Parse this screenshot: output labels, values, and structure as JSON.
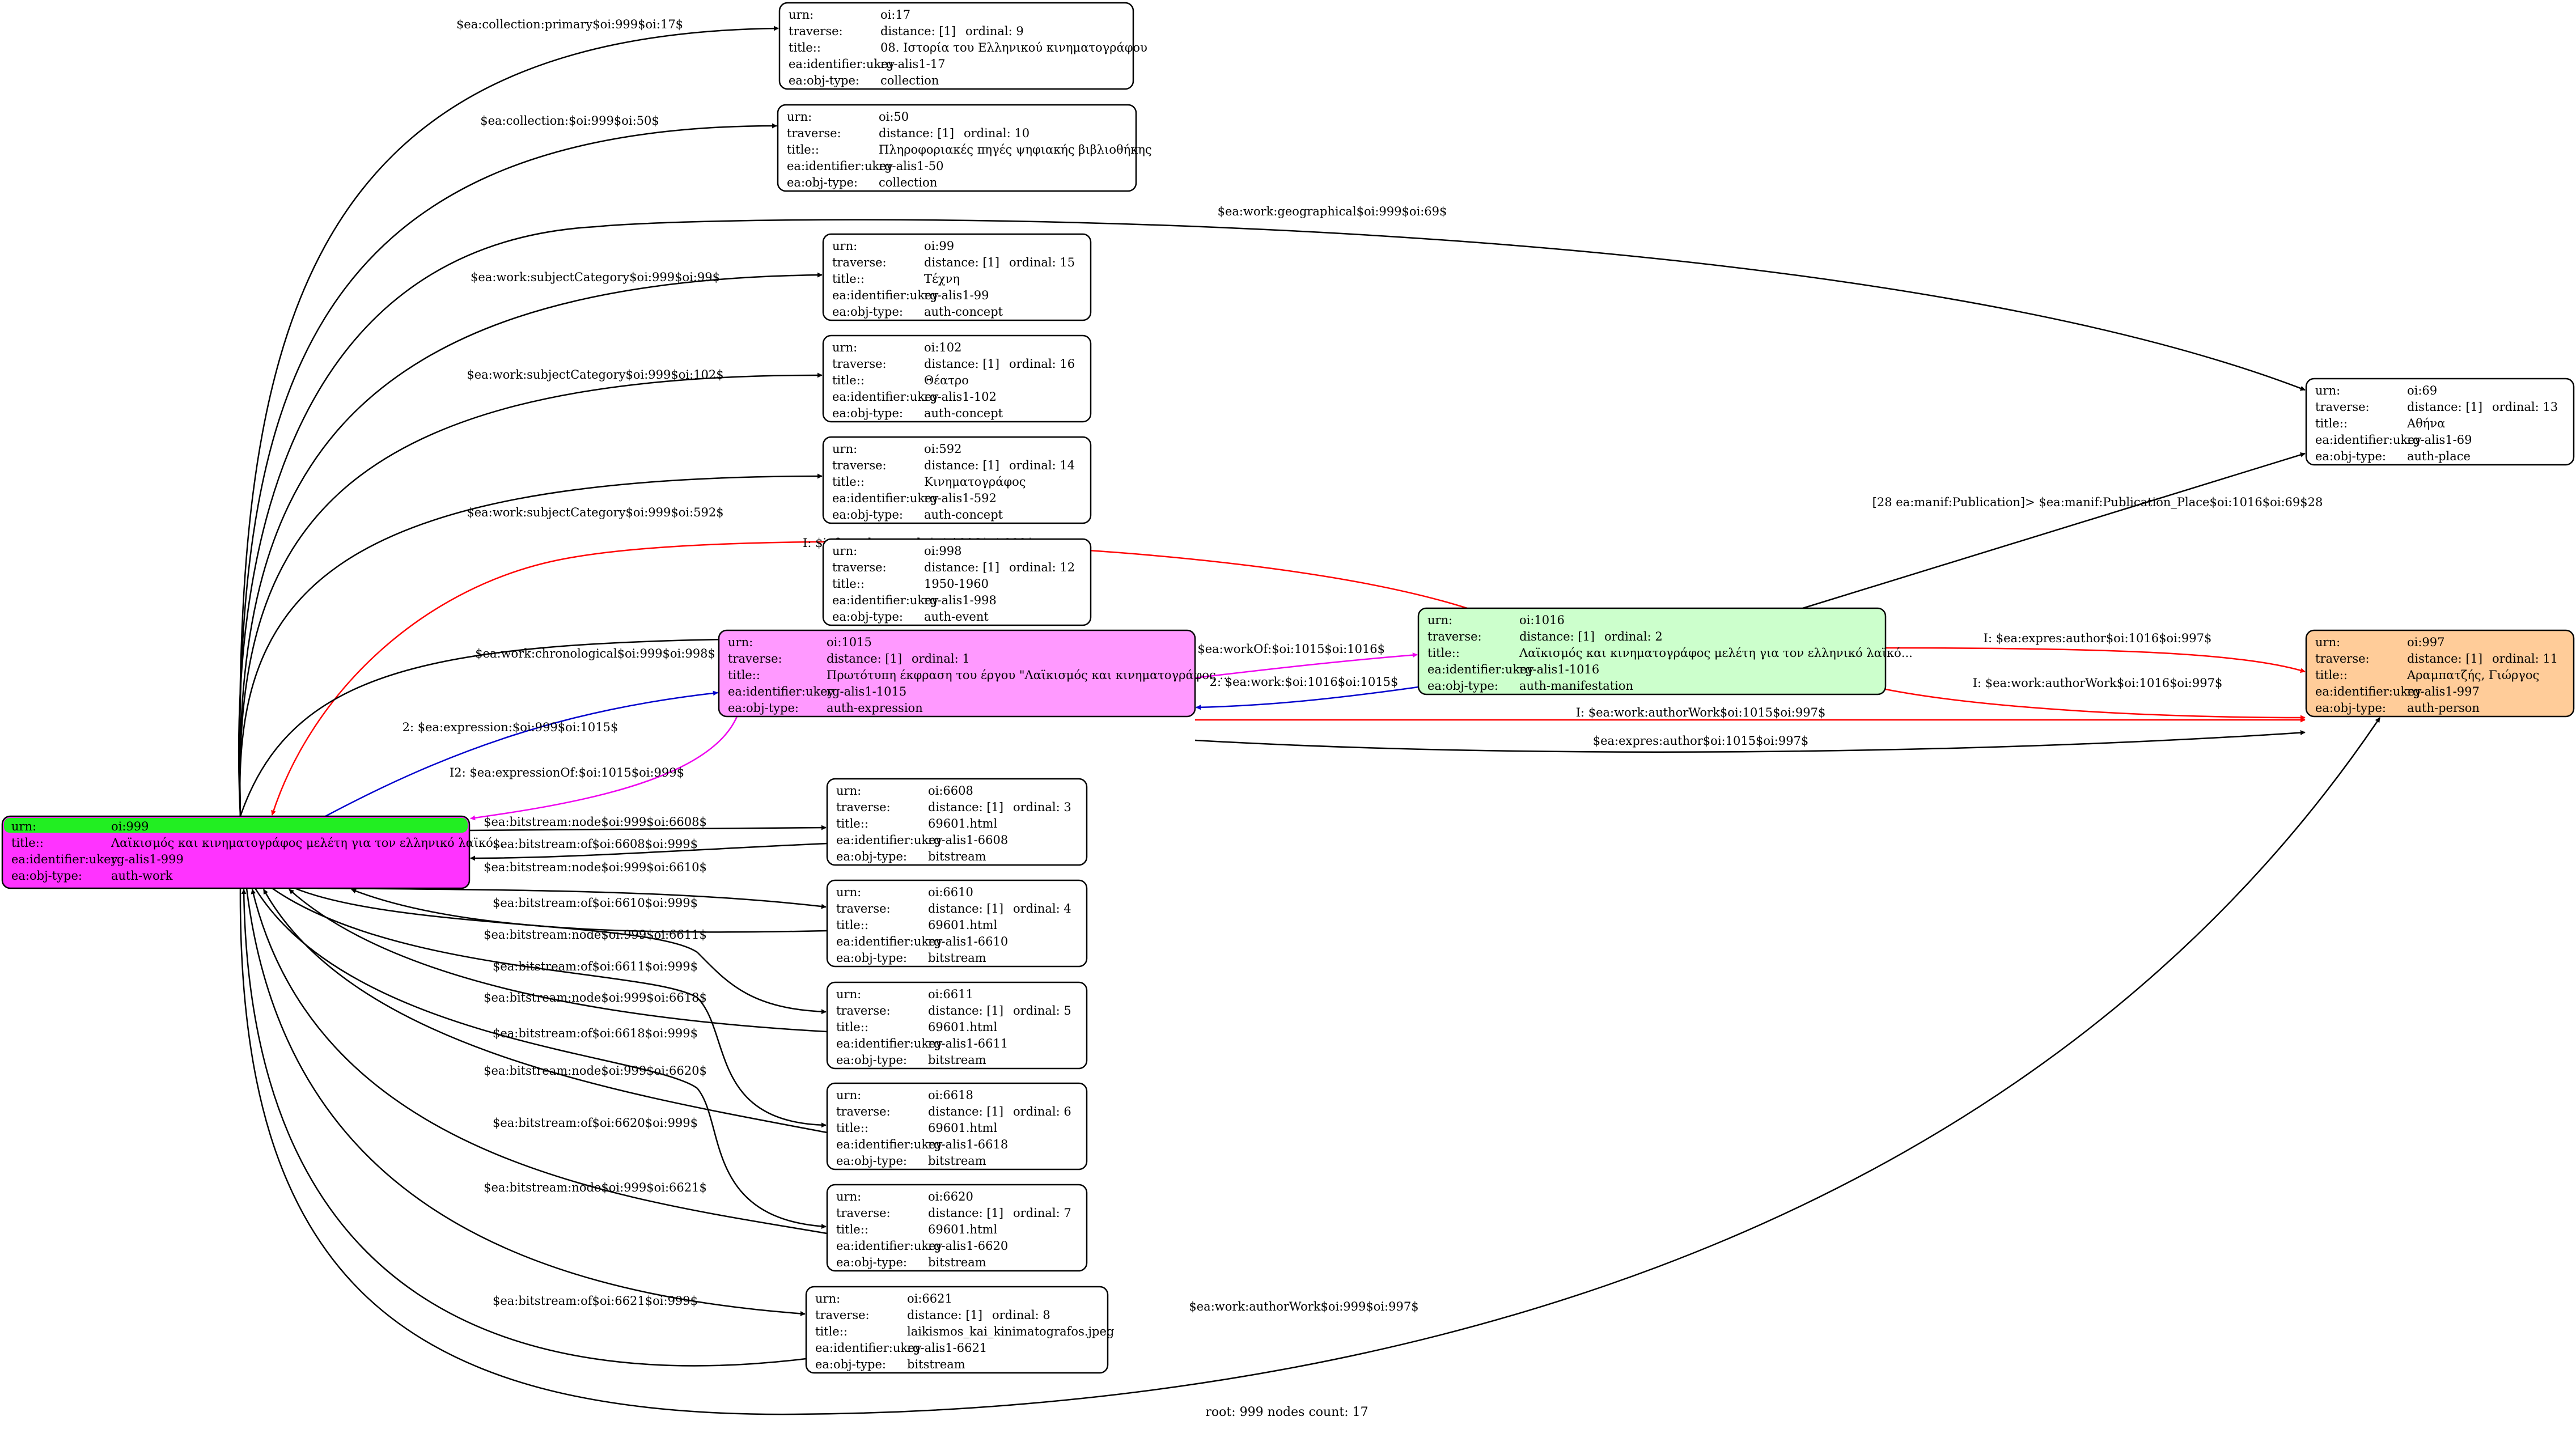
{
  "colors": {
    "root_fill": "#ff33ff",
    "root_header": "#22ee22",
    "expression_fill": "#ff99ff",
    "manifestation_fill": "#ccffcc",
    "person_fill": "#ffcc99",
    "plain_fill": "#ffffff",
    "edge_black": "#000000",
    "edge_red": "#ff0000",
    "edge_blue": "#0000cc",
    "edge_magenta": "#ee00ee"
  },
  "footer": "root: 999 nodes count: 17",
  "field_labels": [
    "urn:",
    "traverse:",
    "title::",
    "ea:identifier:ukey",
    "ea:obj-type:"
  ],
  "root_field_labels": [
    "urn:",
    "title::",
    "ea:identifier:ukey",
    "ea:obj-type:"
  ],
  "nodes": [
    {
      "id": "root",
      "kind": "root",
      "urn": "oi:999",
      "title": "Λαϊκισμός και κινηματογράφος μελέτη για τον ελληνικό λαϊκό...",
      "ukey": "rg-alis1-999",
      "type": "auth-work"
    },
    {
      "id": "n17",
      "kind": "plain",
      "urn": "oi:17",
      "traverse": "distance: [1]",
      "ordinal": "ordinal: 9",
      "title": "08. Ιστορία του Ελληνικού κινηματογράφου",
      "ukey": "rg-alis1-17",
      "type": "collection"
    },
    {
      "id": "n50",
      "kind": "plain",
      "urn": "oi:50",
      "traverse": "distance: [1]",
      "ordinal": "ordinal: 10",
      "title": "Πληροφοριακές πηγές ψηφιακής βιβλιοθήκης",
      "ukey": "rg-alis1-50",
      "type": "collection"
    },
    {
      "id": "n99",
      "kind": "plain",
      "urn": "oi:99",
      "traverse": "distance: [1]",
      "ordinal": "ordinal: 15",
      "title": "Τέχνη",
      "ukey": "rg-alis1-99",
      "type": "auth-concept"
    },
    {
      "id": "n102",
      "kind": "plain",
      "urn": "oi:102",
      "traverse": "distance: [1]",
      "ordinal": "ordinal: 16",
      "title": "Θέατρο",
      "ukey": "rg-alis1-102",
      "type": "auth-concept"
    },
    {
      "id": "n592",
      "kind": "plain",
      "urn": "oi:592",
      "traverse": "distance: [1]",
      "ordinal": "ordinal: 14",
      "title": "Κινηματογράφος",
      "ukey": "rg-alis1-592",
      "type": "auth-concept"
    },
    {
      "id": "n998",
      "kind": "plain",
      "urn": "oi:998",
      "traverse": "distance: [1]",
      "ordinal": "ordinal: 12",
      "title": "1950-1960",
      "ukey": "rg-alis1-998",
      "type": "auth-event"
    },
    {
      "id": "n1015",
      "kind": "expression",
      "urn": "oi:1015",
      "traverse": "distance: [1]",
      "ordinal": "ordinal: 1",
      "title": "Πρωτότυπη έκφραση του έργου \"Λαϊκισμός και κινηματογράφος ...",
      "ukey": "rg-alis1-1015",
      "type": "auth-expression"
    },
    {
      "id": "n1016",
      "kind": "manifestation",
      "urn": "oi:1016",
      "traverse": "distance: [1]",
      "ordinal": "ordinal: 2",
      "title": "Λαϊκισμός και κινηματογράφος μελέτη για τον ελληνικό λαϊκό...",
      "ukey": "rg-alis1-1016",
      "type": "auth-manifestation"
    },
    {
      "id": "n69",
      "kind": "plain",
      "urn": "oi:69",
      "traverse": "distance: [1]",
      "ordinal": "ordinal: 13",
      "title": "Αθήνα",
      "ukey": "rg-alis1-69",
      "type": "auth-place"
    },
    {
      "id": "n997",
      "kind": "person",
      "urn": "oi:997",
      "traverse": "distance: [1]",
      "ordinal": "ordinal: 11",
      "title": "Αραμπατζής, Γιώργος",
      "ukey": "rg-alis1-997",
      "type": "auth-person"
    },
    {
      "id": "n6608",
      "kind": "plain",
      "urn": "oi:6608",
      "traverse": "distance: [1]",
      "ordinal": "ordinal: 3",
      "title": "69601.html",
      "ukey": "rg-alis1-6608",
      "type": "bitstream"
    },
    {
      "id": "n6610",
      "kind": "plain",
      "urn": "oi:6610",
      "traverse": "distance: [1]",
      "ordinal": "ordinal: 4",
      "title": "69601.html",
      "ukey": "rg-alis1-6610",
      "type": "bitstream"
    },
    {
      "id": "n6611",
      "kind": "plain",
      "urn": "oi:6611",
      "traverse": "distance: [1]",
      "ordinal": "ordinal: 5",
      "title": "69601.html",
      "ukey": "rg-alis1-6611",
      "type": "bitstream"
    },
    {
      "id": "n6618",
      "kind": "plain",
      "urn": "oi:6618",
      "traverse": "distance: [1]",
      "ordinal": "ordinal: 6",
      "title": "69601.html",
      "ukey": "rg-alis1-6618",
      "type": "bitstream"
    },
    {
      "id": "n6620",
      "kind": "plain",
      "urn": "oi:6620",
      "traverse": "distance: [1]",
      "ordinal": "ordinal: 7",
      "title": "69601.html",
      "ukey": "rg-alis1-6620",
      "type": "bitstream"
    },
    {
      "id": "n6621",
      "kind": "plain",
      "urn": "oi:6621",
      "traverse": "distance: [1]",
      "ordinal": "ordinal: 8",
      "title": "laikismos_kai_kinimatografos.jpeg",
      "ukey": "rg-alis1-6621",
      "type": "bitstream"
    }
  ],
  "edges": [
    {
      "id": "e1",
      "label": "$ea:collection:primary$oi:999$oi:17$",
      "color": "edge_black"
    },
    {
      "id": "e2",
      "label": "$ea:collection:$oi:999$oi:50$",
      "color": "edge_black"
    },
    {
      "id": "e3",
      "label": "$ea:work:geographical$oi:999$oi:69$",
      "color": "edge_black"
    },
    {
      "id": "e4",
      "label": "$ea:work:subjectCategory$oi:999$oi:99$",
      "color": "edge_black"
    },
    {
      "id": "e5",
      "label": "$ea:work:subjectCategory$oi:999$oi:102$",
      "color": "edge_black"
    },
    {
      "id": "e6",
      "label": "$ea:work:subjectCategory$oi:999$oi:592$",
      "color": "edge_black"
    },
    {
      "id": "e7",
      "label": "[28 ea:manif:Publication]> $ea:manif:Publication_Place$oi:1016$oi:69$28",
      "color": "edge_black"
    },
    {
      "id": "e8",
      "label": "I: $inferred:ea:work:$oi:1016$oi:999$",
      "color": "edge_red"
    },
    {
      "id": "e9",
      "label": "$ea:work:chronological$oi:999$oi:998$",
      "color": "edge_black"
    },
    {
      "id": "e10",
      "label": "I2: $ea:workOf:$oi:1015$oi:1016$",
      "color": "edge_magenta"
    },
    {
      "id": "e11",
      "label": "2: $ea:work:$oi:1016$oi:1015$",
      "color": "edge_blue"
    },
    {
      "id": "e12",
      "label": "I: $ea:expres:author$oi:1016$oi:997$",
      "color": "edge_red"
    },
    {
      "id": "e13",
      "label": "I: $ea:work:authorWork$oi:1016$oi:997$",
      "color": "edge_red"
    },
    {
      "id": "e14",
      "label": "I: $ea:work:authorWork$oi:1015$oi:997$",
      "color": "edge_red"
    },
    {
      "id": "e15",
      "label": "$ea:expres:author$oi:1015$oi:997$",
      "color": "edge_black"
    },
    {
      "id": "e16",
      "label": "2: $ea:expression:$oi:999$oi:1015$",
      "color": "edge_blue"
    },
    {
      "id": "e17",
      "label": "I2: $ea:expressionOf:$oi:1015$oi:999$",
      "color": "edge_magenta"
    },
    {
      "id": "e18",
      "label": "$ea:bitstream:node$oi:999$oi:6608$",
      "color": "edge_black"
    },
    {
      "id": "e19",
      "label": "$ea:bitstream:of$oi:6608$oi:999$",
      "color": "edge_black"
    },
    {
      "id": "e20",
      "label": "$ea:bitstream:node$oi:999$oi:6610$",
      "color": "edge_black"
    },
    {
      "id": "e21",
      "label": "$ea:bitstream:of$oi:6610$oi:999$",
      "color": "edge_black"
    },
    {
      "id": "e22",
      "label": "$ea:bitstream:node$oi:999$oi:6611$",
      "color": "edge_black"
    },
    {
      "id": "e23",
      "label": "$ea:bitstream:of$oi:6611$oi:999$",
      "color": "edge_black"
    },
    {
      "id": "e24",
      "label": "$ea:bitstream:node$oi:999$oi:6618$",
      "color": "edge_black"
    },
    {
      "id": "e25",
      "label": "$ea:bitstream:of$oi:6618$oi:999$",
      "color": "edge_black"
    },
    {
      "id": "e26",
      "label": "$ea:bitstream:node$oi:999$oi:6620$",
      "color": "edge_black"
    },
    {
      "id": "e27",
      "label": "$ea:bitstream:of$oi:6620$oi:999$",
      "color": "edge_black"
    },
    {
      "id": "e28",
      "label": "$ea:bitstream:node$oi:999$oi:6621$",
      "color": "edge_black"
    },
    {
      "id": "e29",
      "label": "$ea:bitstream:of$oi:6621$oi:999$",
      "color": "edge_black"
    },
    {
      "id": "e30",
      "label": "$ea:work:authorWork$oi:999$oi:997$",
      "color": "edge_black"
    }
  ]
}
